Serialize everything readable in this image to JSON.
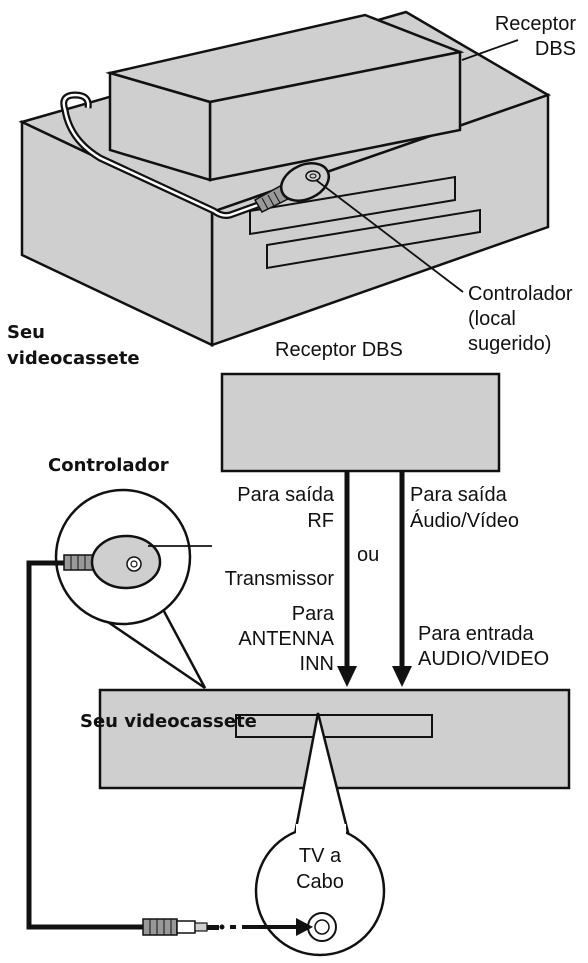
{
  "labels": {
    "top_receiver_1": "Receptor",
    "top_receiver_2": "DBS",
    "top_controller_1": "Controlador",
    "top_controller_2": "(local",
    "top_controller_3": "sugerido)",
    "top_vcr_1": "Seu",
    "top_vcr_2": "videocassete",
    "receiver": "Receptor DBS",
    "controller": "Controlador",
    "rf_out_1": "Para saída",
    "rf_out_2": "RF",
    "av_out_1": "Para saída",
    "av_out_2": "Áudio/Vídeo",
    "or": "ou",
    "transmitter": "Transmissor",
    "antenna_1": "Para",
    "antenna_2": "ANTENNA",
    "antenna_3": "INN",
    "av_in_1": "Para entrada",
    "av_in_2": "AUDIO/VIDEO",
    "vcr": "Seu videocassete",
    "cable_1": "TV a",
    "cable_2": "Cabo"
  },
  "colors": {
    "box_fill": "#cfcfcf",
    "line": "#111111",
    "background": "#ffffff"
  }
}
